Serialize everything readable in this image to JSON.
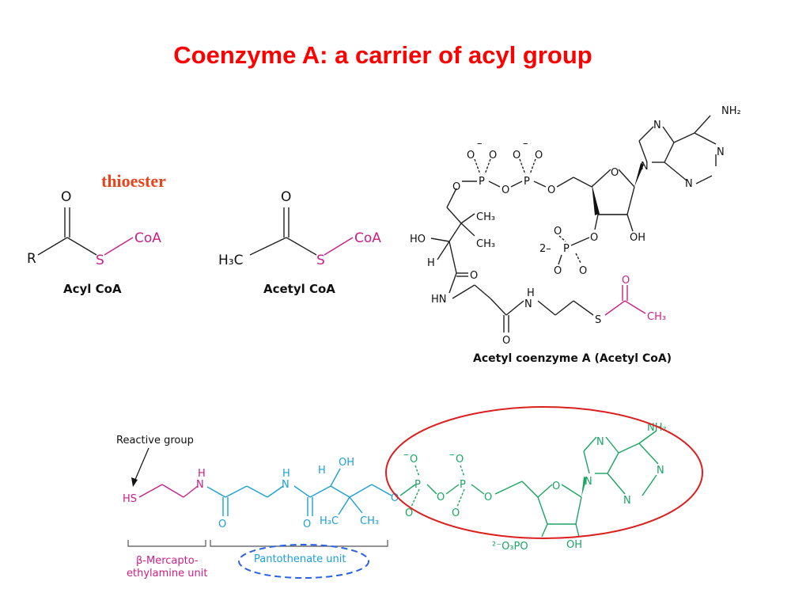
{
  "title": "Coenzyme A: a carrier of acyl group",
  "thioester_label": "thioester",
  "acyl_coa": {
    "caption": "Acyl CoA",
    "atoms": {
      "o": "O",
      "r": "R",
      "s": "S",
      "coa": "CoA"
    }
  },
  "acetyl_coa_small": {
    "caption": "Acetyl CoA",
    "atoms": {
      "o": "O",
      "h3c": "H₃C",
      "s": "S",
      "coa": "CoA"
    }
  },
  "acetyl_coa_full": {
    "caption": "Acetyl coenzyme A (Acetyl CoA)",
    "atoms": {
      "nh2": "NH₂",
      "n": "N",
      "o": "O",
      "p": "P",
      "minus": "–",
      "ch3": "CH₃",
      "ho": "HO",
      "h": "H",
      "hn": "HN",
      "oh": "OH",
      "s": "S",
      "two_minus": "2–"
    }
  },
  "bottom_structure": {
    "reactive_group_label": "Reactive group",
    "atoms": {
      "hs": "HS",
      "h": "H",
      "n": "N",
      "o": "O",
      "oh": "OH",
      "h3c": "H₃C",
      "ch3": "CH₃",
      "p": "P",
      "minus": "–",
      "nh2": "NH₂",
      "o3po": "²⁻O₃PO"
    },
    "unit_labels": {
      "mercapto_line1": "β-Mercapto-",
      "mercapto_line2": "ethylamine unit",
      "pantothenate": "Pantothenate unit"
    }
  },
  "colors": {
    "title": "#ff0000",
    "thioester": "#e8431b",
    "acyl_group": "#cc1e86",
    "pantothenate": "#1b9fd8",
    "adp_unit": "#1aa564",
    "highlight_ellipse": "#dd1e1e",
    "dashed_ellipse": "#2a62e8"
  }
}
